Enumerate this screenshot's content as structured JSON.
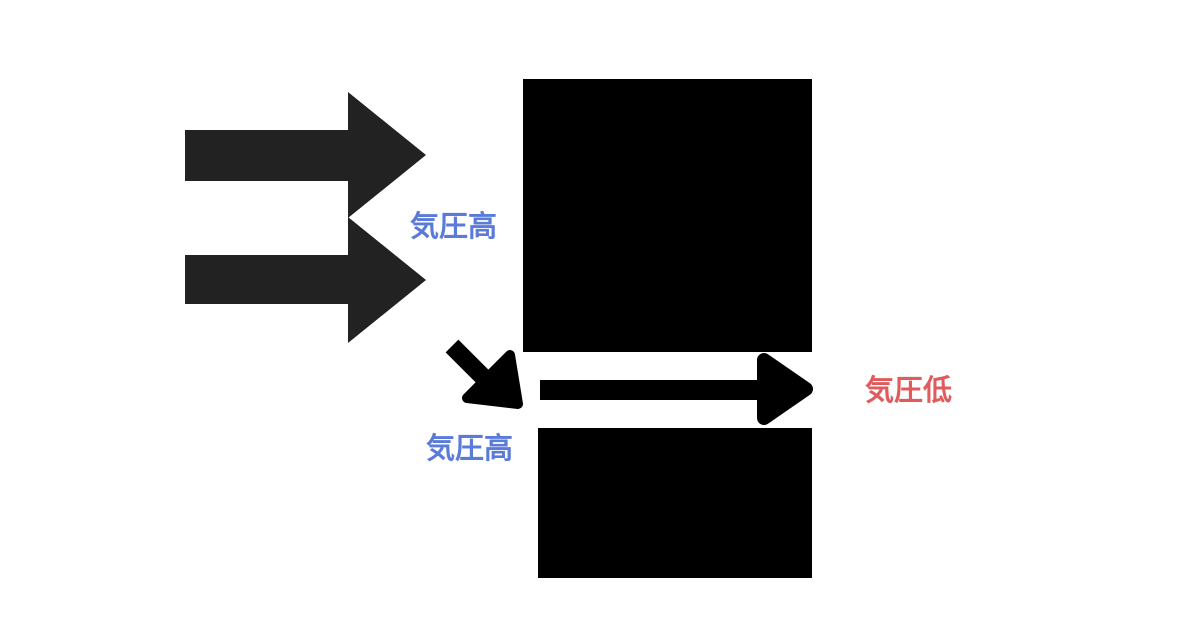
{
  "labels": {
    "high_pressure_top": "気圧高",
    "high_pressure_bottom": "気圧高",
    "low_pressure": "気圧低"
  },
  "colors": {
    "high_pressure": "#5b7bd8",
    "low_pressure": "#e05c5c",
    "big_arrow": "#222222",
    "block": "#000000"
  }
}
